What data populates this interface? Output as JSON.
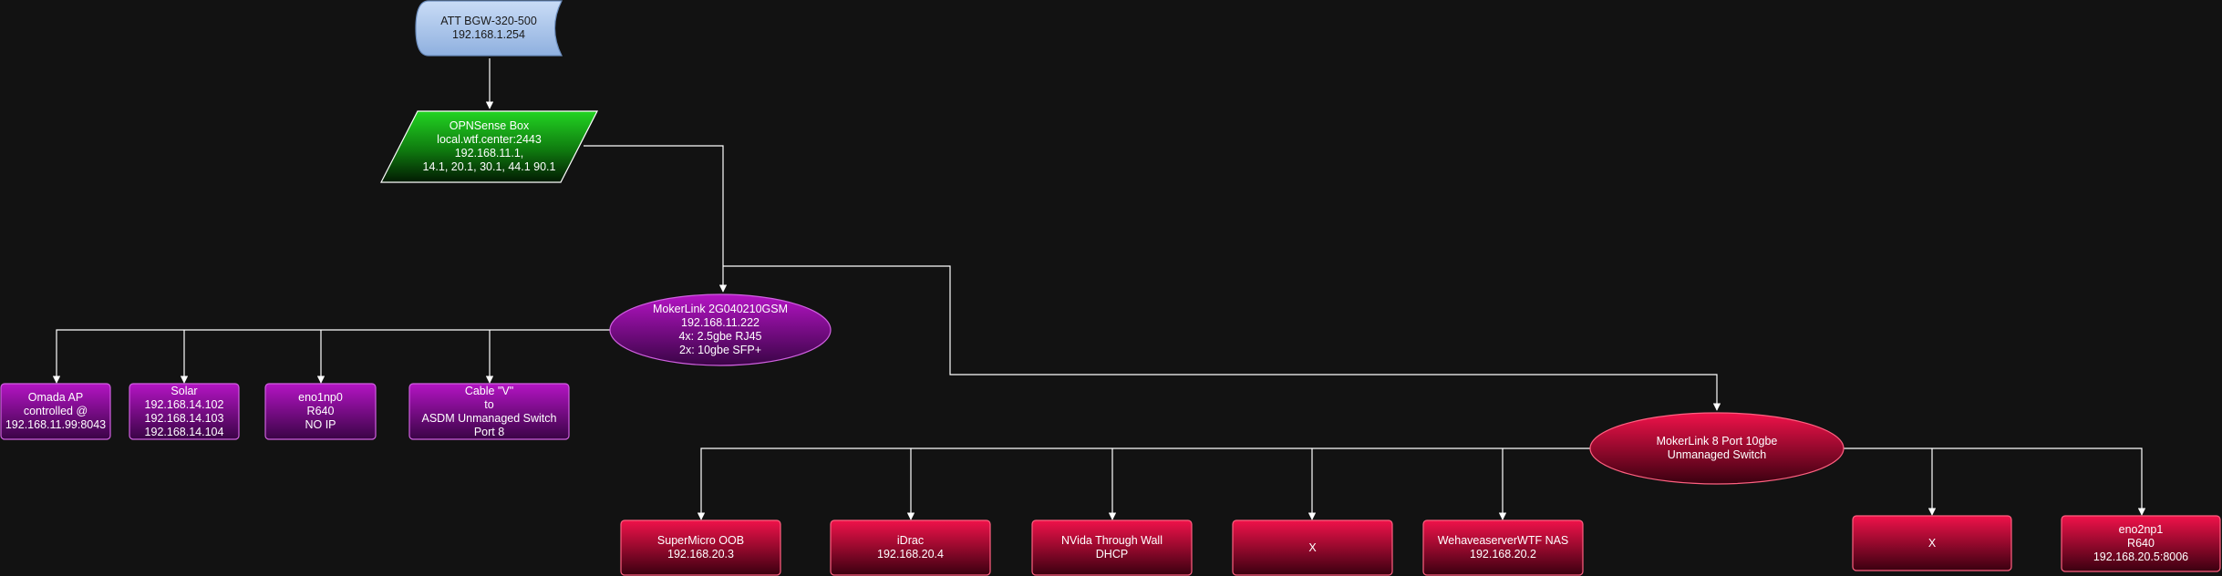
{
  "colors": {
    "background": "#121212",
    "edge": "#ffffff",
    "storage_fill": "#a9c4eb",
    "firewall_fill": "#19c619",
    "switch1_fill": "#a010b0",
    "switch2_fill": "#e0103e"
  },
  "nodes": {
    "modem": {
      "lines": [
        "ATT BGW-320-500",
        "192.168.1.254"
      ]
    },
    "firewall": {
      "lines": [
        "OPNSense Box",
        "local.wtf.center:2443",
        "192.168.11.1,",
        "14.1, 20.1, 30.1, 44.1 90.1"
      ]
    },
    "switch1": {
      "lines": [
        "MokerLink 2G040210GSM",
        "192.168.11.222",
        "4x: 2.5gbe RJ45",
        "2x: 10gbe SFP+"
      ]
    },
    "omada": {
      "lines": [
        "Omada AP",
        "controlled @",
        "192.168.11.99:8043"
      ]
    },
    "solar": {
      "lines": [
        "Solar",
        "192.168.14.102",
        "192.168.14.103",
        "192.168.14.104"
      ]
    },
    "eno1np0": {
      "lines": [
        "eno1np0",
        "R640",
        "NO IP"
      ]
    },
    "cable": {
      "lines": [
        "Cable \"V\"",
        "to",
        "ASDM Unmanaged Switch",
        "Port 8"
      ]
    },
    "switch2": {
      "lines": [
        "MokerLink 8 Port 10gbe",
        "Unmanaged Switch"
      ]
    },
    "supermicro": {
      "lines": [
        "SuperMicro OOB",
        "192.168.20.3"
      ]
    },
    "idrac": {
      "lines": [
        "iDrac",
        "192.168.20.4"
      ]
    },
    "nvidia": {
      "lines": [
        "NVida Through Wall",
        "DHCP"
      ]
    },
    "x1": {
      "lines": [
        "X"
      ]
    },
    "nas": {
      "lines": [
        "WehaveaserverWTF NAS",
        "192.168.20.2"
      ]
    },
    "x2": {
      "lines": [
        "X"
      ]
    },
    "eno2np1": {
      "lines": [
        "eno2np1",
        "R640",
        "192.168.20.5:8006"
      ]
    }
  }
}
